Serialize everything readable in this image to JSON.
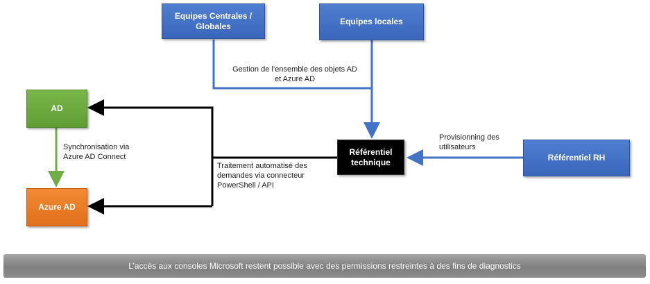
{
  "nodes": {
    "equipes_centrales": "Equipes Centrales / Globales",
    "equipes_locales": "Equipes locales",
    "ad": "AD",
    "azure_ad": "Azure AD",
    "referentiel_technique": "Référentiel technique",
    "referentiel_rh": "Référentiel RH"
  },
  "labels": {
    "gestion": "Gestion de l’ensemble des objets AD et Azure AD",
    "synchronisation": "Synchronisation via Azure AD Connect",
    "traitement": "Traitement automatisé des demandes via connecteur PowerShell / API",
    "provisionning": "Provisionning des utilisateurs"
  },
  "footer": "L’accès aux consoles Microsoft restent possible avec des permissions restreintes à des fins de diagnostics",
  "colors": {
    "blue": "#4472c4",
    "green": "#70ad47",
    "orange": "#ed7d31",
    "black": "#000000",
    "banner": "#8c8c8c"
  }
}
